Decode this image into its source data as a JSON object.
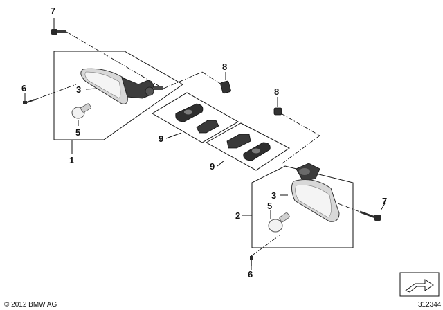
{
  "callouts": {
    "c7a": "7",
    "c6a": "6",
    "c3a": "3",
    "c5a": "5",
    "c1": "1",
    "c8a": "8",
    "c8b": "8",
    "c9a": "9",
    "c9b": "9",
    "c3b": "3",
    "c2": "2",
    "c5b": "5",
    "c7b": "7",
    "c6b": "6"
  },
  "footer": {
    "copyright": "© 2012 BMW AG",
    "diagram_number": "312344"
  },
  "icons": {
    "nav": "arrow-box-icon"
  }
}
